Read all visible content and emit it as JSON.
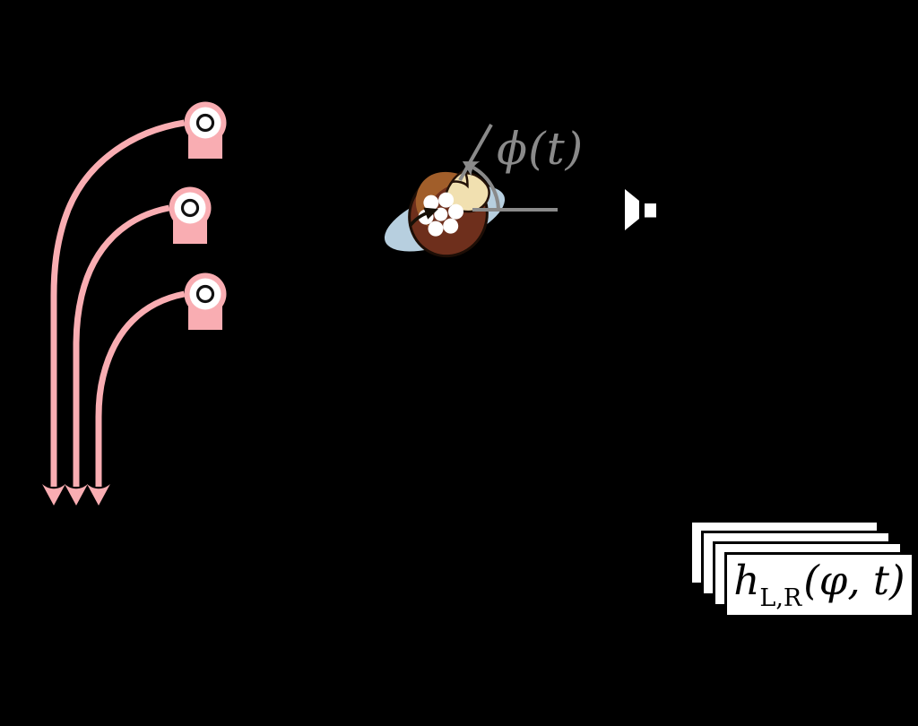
{
  "figure": {
    "description": "Dynamic binaural synthesis diagram: rotating listener head, real loudspeaker, and set of head-orientation dependent impulse-response filters",
    "background": "#000000",
    "angle_label": "ϕ(t)",
    "filter_card": {
      "base": "h",
      "subscript": "L,R",
      "arguments": "(φ, t)"
    },
    "pink_sources": {
      "count": 3
    },
    "filter_cards": {
      "count": 4
    },
    "colors": {
      "pink": "#f9adb2",
      "gray_annotation": "#8a8a8a",
      "rotation_plane_blue": "#b7cfdf",
      "hair_dark": "#6e2f1c",
      "hair_mid": "#a15e2a",
      "face_cream": "#f1e0b0",
      "outline_dark": "#241208",
      "speaker_white": "#ffffff",
      "card_bg": "#ffffff",
      "card_border": "#000000"
    }
  }
}
